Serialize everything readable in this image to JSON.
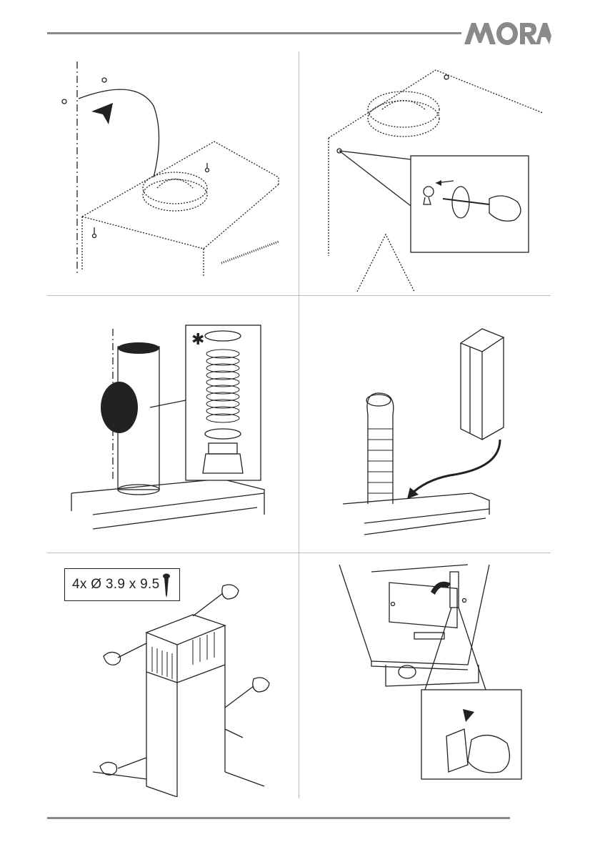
{
  "brand": {
    "name": "MORA",
    "color": "#8a8a8a"
  },
  "colors": {
    "line": "#222222",
    "rule": "#8a8a8a",
    "divider": "#bdbdbd"
  },
  "steps": [
    {
      "id": 1,
      "icon": "keyhole-mount-icon"
    },
    {
      "id": 2,
      "icon": "screwdriver-icon"
    },
    {
      "id": 3,
      "icon": "flexible-duct-icon",
      "marker": "✱"
    },
    {
      "id": 4,
      "icon": "chimney-cover-icon"
    },
    {
      "id": 5,
      "icon": "chimney-screws-icon",
      "screw_spec": "4x Ø 3.9 x 9.5"
    },
    {
      "id": 6,
      "icon": "filter-removal-icon"
    }
  ]
}
